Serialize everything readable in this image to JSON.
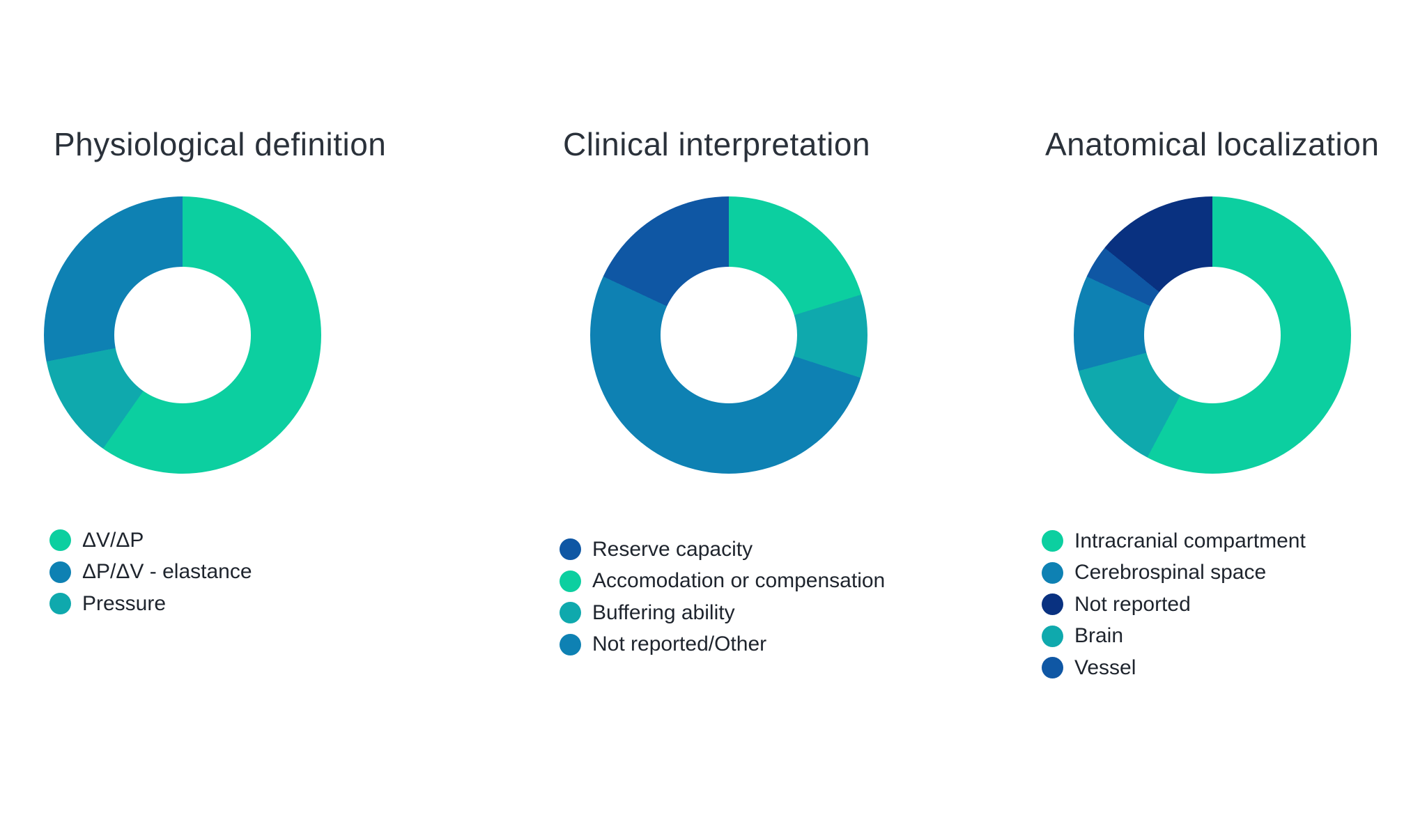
{
  "palette": {
    "green": "#0CCFA0",
    "teal": "#0FA9AD",
    "cerulean": "#0E81B3",
    "medium_navy": "#0F57A4",
    "dark_navy": "#093180",
    "title_text": "#2a313a",
    "legend_text": "#1e242d",
    "background": "#ffffff"
  },
  "charts": [
    {
      "title": "Physiological definition",
      "legend": [
        {
          "label": "ΔV/ΔP",
          "color": "#0CCFA0"
        },
        {
          "label": "ΔP/ΔV - elastance",
          "color": "#0E81B3"
        },
        {
          "label": "Pressure",
          "color": "#0FA9AD"
        }
      ],
      "segments": [
        {
          "label": "ΔV/ΔP",
          "color": "#0CCFA0",
          "sweep_deg": 215
        },
        {
          "label": "Pressure",
          "color": "#0FA9AD",
          "sweep_deg": 44
        },
        {
          "label": "ΔP/ΔV - elastance",
          "color": "#0E81B3",
          "sweep_deg": 101
        }
      ]
    },
    {
      "title": "Clinical interpretation",
      "legend": [
        {
          "label": "Reserve capacity",
          "color": "#0F57A4"
        },
        {
          "label": "Accomodation or compensation",
          "color": "#0CCFA0"
        },
        {
          "label": "Buffering ability",
          "color": "#0FA9AD"
        },
        {
          "label": "Not reported/Other",
          "color": "#0E81B3"
        }
      ],
      "segments": [
        {
          "label": "Accomodation or compensation",
          "color": "#0CCFA0",
          "sweep_deg": 73
        },
        {
          "label": "Buffering ability",
          "color": "#0FA9AD",
          "sweep_deg": 35
        },
        {
          "label": "Not reported/Other",
          "color": "#0E81B3",
          "sweep_deg": 187
        },
        {
          "label": "Reserve capacity",
          "color": "#0F57A4",
          "sweep_deg": 65
        }
      ]
    },
    {
      "title": "Anatomical localization",
      "legend": [
        {
          "label": "Intracranial compartment",
          "color": "#0CCFA0"
        },
        {
          "label": "Cerebrospinal space",
          "color": "#0E81B3"
        },
        {
          "label": "Not reported",
          "color": "#093180"
        },
        {
          "label": "Brain",
          "color": "#0FA9AD"
        },
        {
          "label": "Vessel",
          "color": "#0F57A4"
        }
      ],
      "segments": [
        {
          "label": "Intracranial compartment",
          "color": "#0CCFA0",
          "sweep_deg": 208
        },
        {
          "label": "Brain",
          "color": "#0FA9AD",
          "sweep_deg": 47
        },
        {
          "label": "Cerebrospinal space",
          "color": "#0E81B3",
          "sweep_deg": 40
        },
        {
          "label": "Vessel",
          "color": "#0F57A4",
          "sweep_deg": 14
        },
        {
          "label": "Not reported",
          "color": "#093180",
          "sweep_deg": 51
        }
      ]
    }
  ],
  "chart_data": [
    {
      "type": "pie",
      "subtype": "donut",
      "title": "Physiological definition",
      "labels": [
        "ΔV/ΔP",
        "ΔP/ΔV - elastance",
        "Pressure"
      ],
      "values_percent": [
        59.7,
        28.1,
        12.2
      ],
      "colors": [
        "#0CCFA0",
        "#0E81B3",
        "#0FA9AD"
      ],
      "start_angle": "top",
      "direction": "clockwise",
      "segment_order_clockwise": [
        "ΔV/ΔP",
        "Pressure",
        "ΔP/ΔV - elastance"
      ],
      "sweep_degrees_clockwise": [
        215,
        44,
        101
      ],
      "legend_position": "below-left",
      "hole_ratio": 0.49
    },
    {
      "type": "pie",
      "subtype": "donut",
      "title": "Clinical interpretation",
      "labels": [
        "Reserve capacity",
        "Accomodation or compensation",
        "Buffering ability",
        "Not reported/Other"
      ],
      "values_percent": [
        18.1,
        20.3,
        9.7,
        51.9
      ],
      "colors": [
        "#0F57A4",
        "#0CCFA0",
        "#0FA9AD",
        "#0E81B3"
      ],
      "start_angle": "top",
      "direction": "clockwise",
      "segment_order_clockwise": [
        "Accomodation or compensation",
        "Buffering ability",
        "Not reported/Other",
        "Reserve capacity"
      ],
      "sweep_degrees_clockwise": [
        73,
        35,
        187,
        65
      ],
      "legend_position": "below-left",
      "hole_ratio": 0.49
    },
    {
      "type": "pie",
      "subtype": "donut",
      "title": "Anatomical localization",
      "labels": [
        "Intracranial compartment",
        "Cerebrospinal space",
        "Not reported",
        "Brain",
        "Vessel"
      ],
      "values_percent": [
        57.8,
        11.1,
        14.2,
        13.1,
        3.9
      ],
      "colors": [
        "#0CCFA0",
        "#0E81B3",
        "#093180",
        "#0FA9AD",
        "#0F57A4"
      ],
      "start_angle": "top",
      "direction": "clockwise",
      "segment_order_clockwise": [
        "Intracranial compartment",
        "Brain",
        "Cerebrospinal space",
        "Vessel",
        "Not reported"
      ],
      "sweep_degrees_clockwise": [
        208,
        47,
        40,
        14,
        51
      ],
      "legend_position": "below-left",
      "hole_ratio": 0.49
    }
  ]
}
